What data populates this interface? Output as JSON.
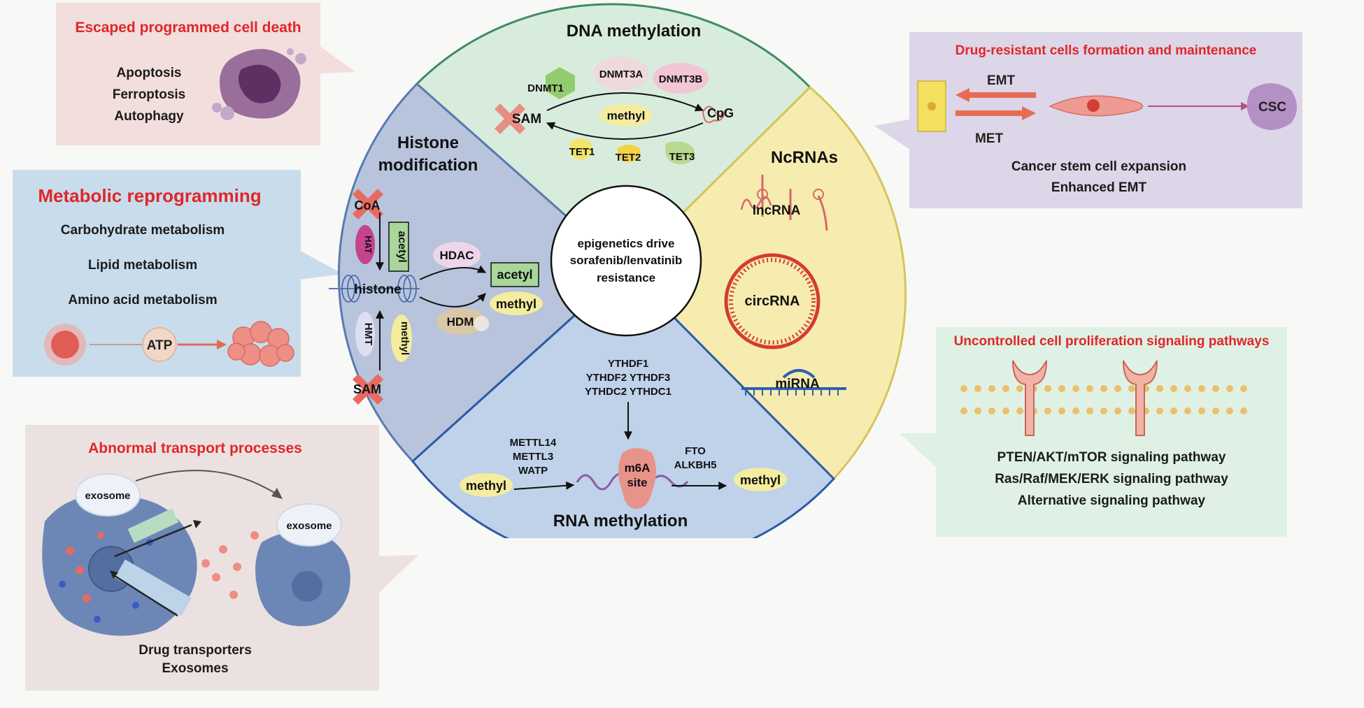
{
  "center": {
    "label_1": "epigenetics drive",
    "label_2": "sorafenib/lenvatinib",
    "label_3": "resistance"
  },
  "dna_methylation": {
    "title": "DNA methylation",
    "enzymes": [
      "DNMT1",
      "DNMT3A",
      "DNMT3B"
    ],
    "sam": "SAM",
    "methyl": "methyl",
    "cpg": "CpG",
    "tets": [
      "TET1",
      "TET2",
      "TET3"
    ]
  },
  "histone": {
    "title_1": "Histone",
    "title_2": "modification",
    "coa": "CoA",
    "hat": "HAT",
    "acetyl_v": "acetyl",
    "hdac": "HDAC",
    "histone": "histone",
    "acetyl": "acetyl",
    "methyl": "methyl",
    "hdm": "HDM",
    "hmt": "HMT",
    "methyl_v": "methyl",
    "sam": "SAM"
  },
  "ncrnas": {
    "title": "NcRNAs",
    "lncrna": "lncRNA",
    "circrna": "circRNA",
    "mirna": "miRNA"
  },
  "rna_methylation": {
    "title": "RNA methylation",
    "readers": [
      "YTHDF1",
      "YTHDF2 YTHDF3",
      "YTHDC2 YTHDC1"
    ],
    "writers": [
      "METTL14",
      "METTL3",
      "WATP"
    ],
    "erasers": [
      "FTO",
      "ALKBH5"
    ],
    "methyl_in": "methyl",
    "m6a_1": "m6A",
    "m6a_2": "site",
    "methyl_out": "methyl"
  },
  "escaped": {
    "title": "Escaped programmed cell death",
    "items": [
      "Apoptosis",
      "Ferroptosis",
      "Autophagy"
    ]
  },
  "metabolic": {
    "title": "Metabolic reprogramming",
    "items": [
      "Carbohydrate metabolism",
      "Lipid metabolism",
      "Amino acid metabolism"
    ],
    "atp": "ATP"
  },
  "transport": {
    "title": "Abnormal transport processes",
    "exosome_1": "exosome",
    "exosome_2": "exosome",
    "items": [
      "Drug transporters",
      "Exosomes"
    ]
  },
  "drug_resistant": {
    "title": "Drug-resistant cells formation and maintenance",
    "emt": "EMT",
    "met": "MET",
    "csc": "CSC",
    "items": [
      "Cancer stem cell expansion",
      "Enhanced EMT"
    ]
  },
  "proliferation": {
    "title": "Uncontrolled cell proliferation signaling pathways",
    "items": [
      "PTEN/AKT/mTOR signaling pathway",
      "Ras/Raf/MEK/ERK signaling pathway",
      "Alternative signaling pathway"
    ]
  },
  "colors": {
    "title_red": "#e0262a",
    "dna": "#d8ecdd",
    "histone": "#b7c4dc",
    "ncrna": "#f6ecb0",
    "rna": "#bfd2ea"
  }
}
